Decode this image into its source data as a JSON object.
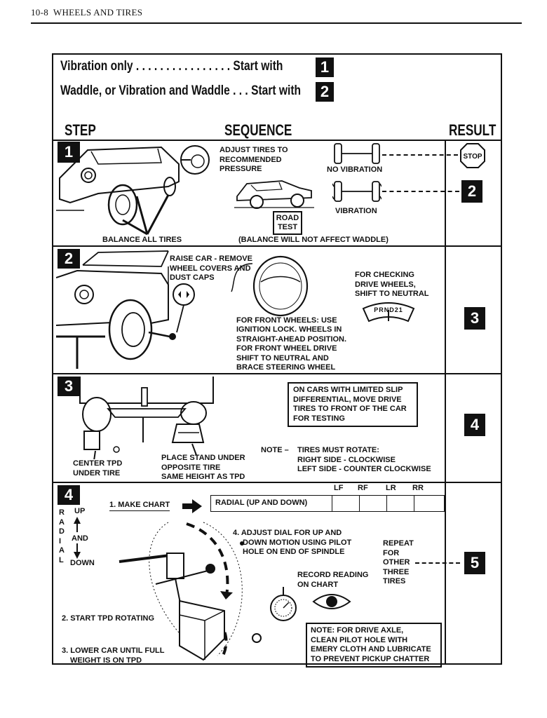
{
  "header": {
    "page_number": "10-8",
    "section_title": "WHEELS AND TIRES"
  },
  "intro": {
    "line1_label": "Vibration only . . . . . . . . . . . . . . . . Start with",
    "line1_step": "1",
    "line2_label": "Waddle, or Vibration and Waddle . . . Start with",
    "line2_step": "2"
  },
  "columns": {
    "step": "STEP",
    "sequence": "SEQUENCE",
    "result": "RESULT"
  },
  "step1": {
    "number": "1",
    "adjust": [
      "ADJUST TIRES TO",
      "RECOMMENDED",
      "PRESSURE"
    ],
    "no_vibration": "NO VIBRATION",
    "vibration": "VIBRATION",
    "road_test": [
      "ROAD",
      "TEST"
    ],
    "balance_all": "BALANCE ALL TIRES",
    "balance_note": "(BALANCE WILL NOT AFFECT WADDLE)",
    "stop_sign": "STOP",
    "result_next": "2"
  },
  "step2": {
    "number": "2",
    "raise": [
      "RAISE CAR - REMOVE",
      "WHEEL COVERS AND",
      "DUST CAPS"
    ],
    "drive_wheels": [
      "FOR CHECKING",
      "DRIVE WHEELS,",
      "SHIFT TO NEUTRAL"
    ],
    "prnd": "PRND21",
    "front_wheels": [
      "FOR FRONT WHEELS: USE",
      "IGNITION LOCK. WHEELS IN",
      "STRAIGHT-AHEAD POSITION.",
      "FOR FRONT WHEEL DRIVE",
      "SHIFT TO NEUTRAL AND",
      "BRACE STEERING WHEEL"
    ],
    "result": "3"
  },
  "step3": {
    "number": "3",
    "limited_slip": [
      "ON CARS WITH LIMITED SLIP",
      "DIFFERENTIAL, MOVE DRIVE",
      "TIRES TO FRONT OF THE CAR",
      "FOR TESTING"
    ],
    "note_label": "NOTE –",
    "note": [
      "TIRES MUST ROTATE:",
      "RIGHT SIDE - CLOCKWISE",
      "LEFT SIDE - COUNTER CLOCKWISE"
    ],
    "center_tpd": [
      "CENTER TPD",
      "UNDER TIRE"
    ],
    "place_stand": [
      "PLACE STAND UNDER",
      "OPPOSITE TIRE",
      "SAME HEIGHT AS TPD"
    ],
    "result": "4"
  },
  "step4": {
    "number": "4",
    "radial_letters": [
      "R",
      "A",
      "D",
      "I",
      "A",
      "L"
    ],
    "up": "UP",
    "and": "AND",
    "down": "DOWN",
    "make_chart": "1. MAKE CHART",
    "chart_row_label": "RADIAL (UP AND DOWN)",
    "chart_cols": [
      "LF",
      "RF",
      "LR",
      "RR"
    ],
    "adjust_dial": [
      "4. ADJUST DIAL FOR UP AND",
      "DOWN MOTION USING PILOT",
      "HOLE ON END OF SPINDLE"
    ],
    "repeat": [
      "REPEAT",
      "FOR",
      "OTHER",
      "THREE",
      "TIRES"
    ],
    "record": [
      "RECORD READING",
      "ON CHART"
    ],
    "start_tpd": "2. START TPD ROTATING",
    "lower_car": [
      "3. LOWER CAR UNTIL FULL",
      "WEIGHT IS ON TPD"
    ],
    "note": [
      "NOTE:  FOR DRIVE AXLE,",
      "CLEAN PILOT HOLE WITH",
      "EMERY CLOTH AND LUBRICATE",
      "TO PREVENT PICKUP CHATTER"
    ],
    "result": "5"
  }
}
